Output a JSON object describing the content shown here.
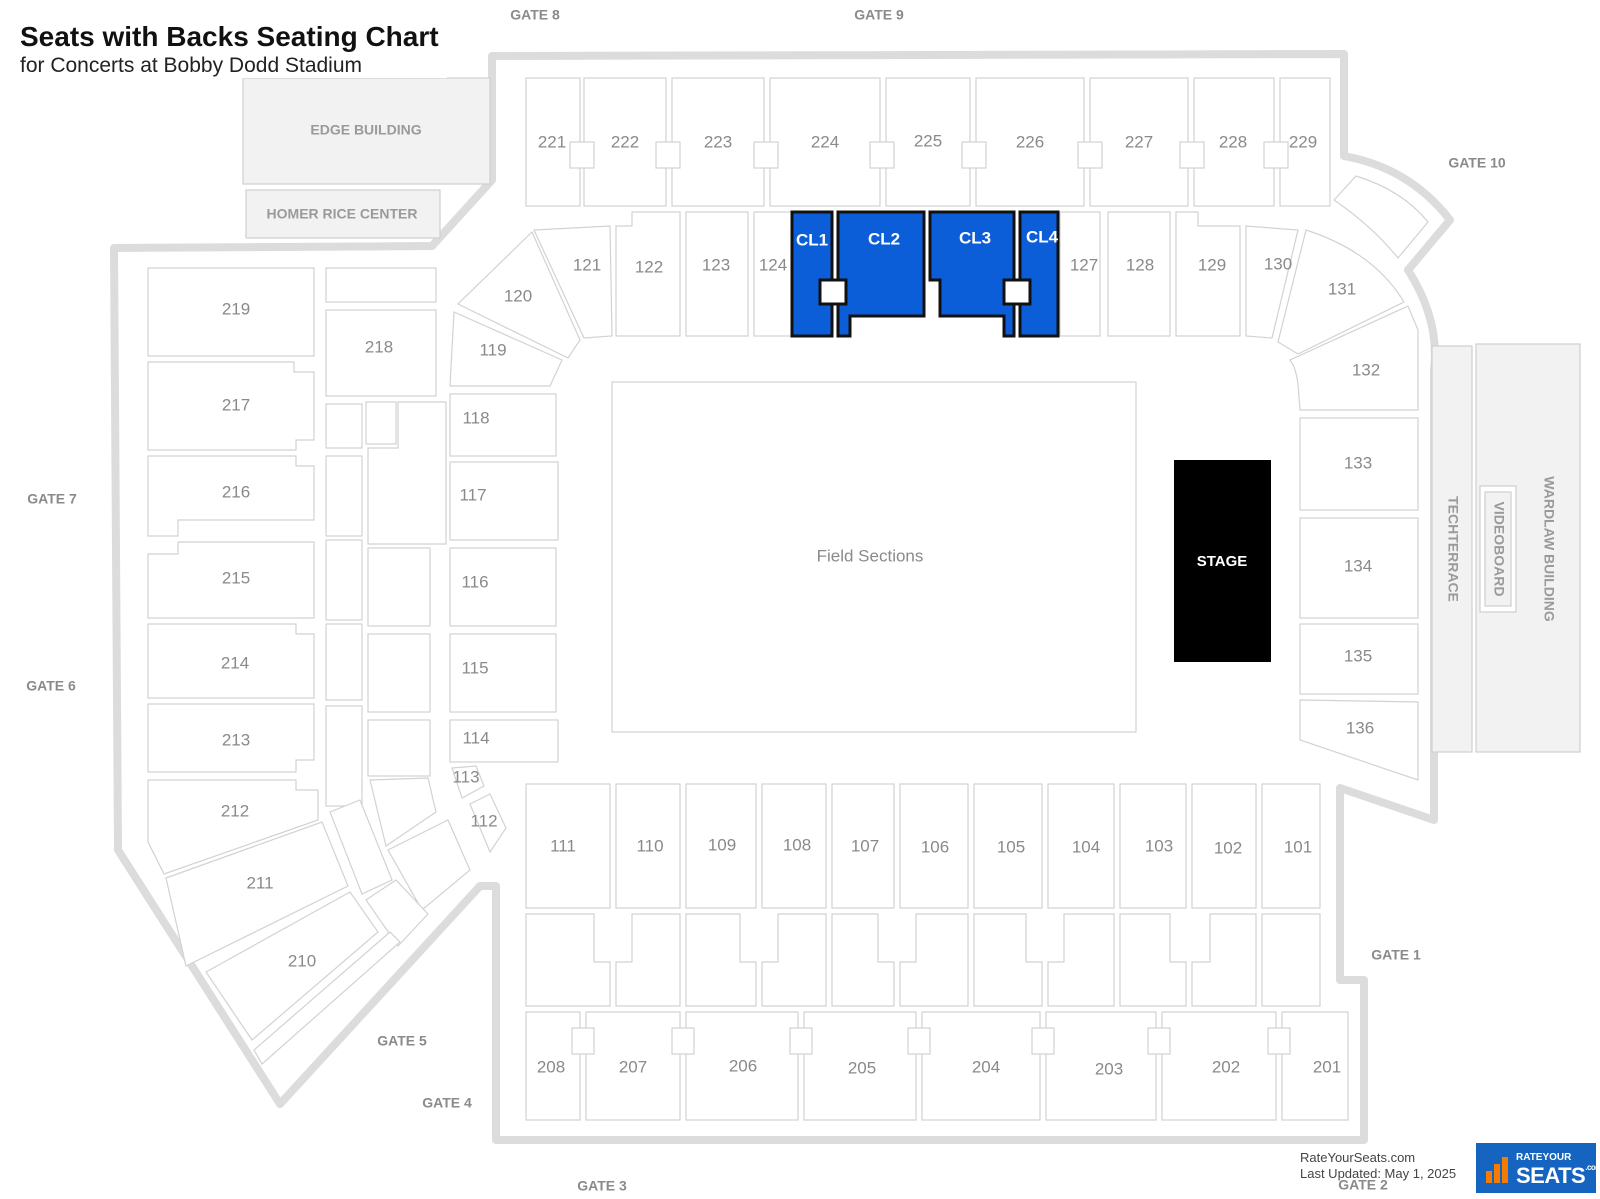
{
  "header": {
    "title": "Seats with Backs Seating Chart",
    "subtitle": "for Concerts at Bobby Dodd Stadium"
  },
  "footer": {
    "site": "RateYourSeats.com",
    "updated": "Last Updated: May 1, 2025",
    "logo_top": "RATEYOUR",
    "logo_main": "SEATS",
    "logo_suffix": ".com"
  },
  "colors": {
    "highlight": "#0b5ed7",
    "stage": "#000000",
    "logo": "#1565c0",
    "logo_accent": "#f57c00"
  },
  "gates": {
    "gate1": "GATE 1",
    "gate2": "GATE 2",
    "gate3": "GATE 3",
    "gate4": "GATE 4",
    "gate5": "GATE 5",
    "gate6": "GATE 6",
    "gate7": "GATE 7",
    "gate8": "GATE 8",
    "gate9": "GATE 9",
    "gate10": "GATE 10"
  },
  "buildings": {
    "edge": "EDGE BUILDING",
    "homer": "HOMER RICE CENTER",
    "techterrace": "TECHTERRACE",
    "videoboard": "VIDEOBOARD",
    "wardlaw": "WARDLAW BUILDING"
  },
  "field": {
    "label": "Field Sections"
  },
  "stage": {
    "label": "STAGE"
  },
  "highlighted_sections": {
    "cl1": "CL1",
    "cl2": "CL2",
    "cl3": "CL3",
    "cl4": "CL4"
  },
  "sections": {
    "s101": "101",
    "s102": "102",
    "s103": "103",
    "s104": "104",
    "s105": "105",
    "s106": "106",
    "s107": "107",
    "s108": "108",
    "s109": "109",
    "s110": "110",
    "s111": "111",
    "s112": "112",
    "s113": "113",
    "s114": "114",
    "s115": "115",
    "s116": "116",
    "s117": "117",
    "s118": "118",
    "s119": "119",
    "s120": "120",
    "s121": "121",
    "s122": "122",
    "s123": "123",
    "s124": "124",
    "s127": "127",
    "s128": "128",
    "s129": "129",
    "s130": "130",
    "s131": "131",
    "s132": "132",
    "s133": "133",
    "s134": "134",
    "s135": "135",
    "s136": "136",
    "s201": "201",
    "s202": "202",
    "s203": "203",
    "s204": "204",
    "s205": "205",
    "s206": "206",
    "s207": "207",
    "s208": "208",
    "s210": "210",
    "s211": "211",
    "s212": "212",
    "s213": "213",
    "s214": "214",
    "s215": "215",
    "s216": "216",
    "s217": "217",
    "s218": "218",
    "s219": "219",
    "s221": "221",
    "s222": "222",
    "s223": "223",
    "s224": "224",
    "s225": "225",
    "s226": "226",
    "s227": "227",
    "s228": "228",
    "s229": "229"
  }
}
